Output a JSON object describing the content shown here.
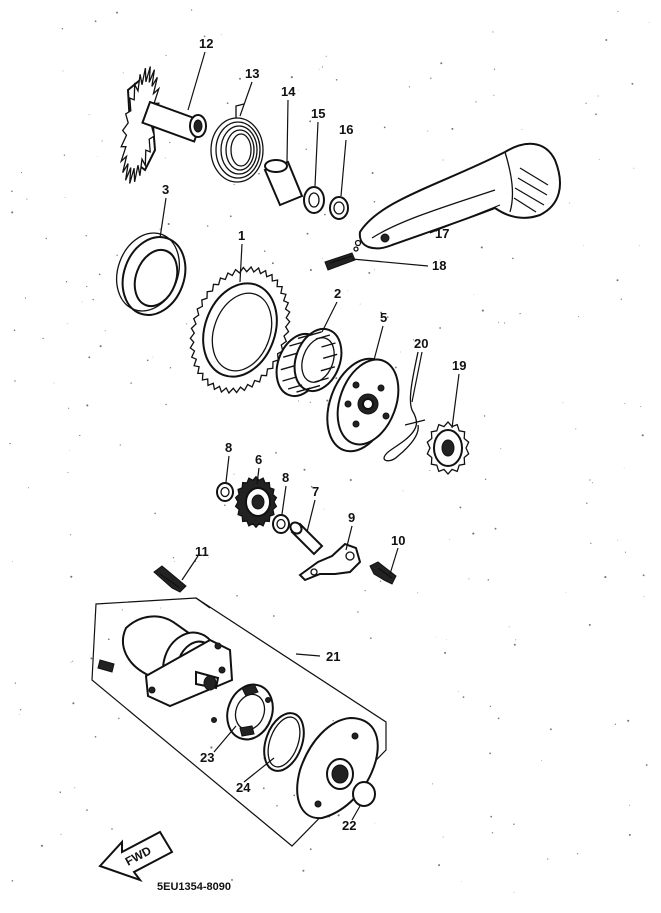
{
  "callouts": {
    "c1": "1",
    "c2": "2",
    "c3": "3",
    "c5": "5",
    "c6": "6",
    "c7": "7",
    "c8a": "8",
    "c8b": "8",
    "c9": "9",
    "c10": "10",
    "c11": "11",
    "c12": "12",
    "c13": "13",
    "c14": "14",
    "c15": "15",
    "c16": "16",
    "c17": "17",
    "c18": "18",
    "c19": "19",
    "c20": "20",
    "c21": "21",
    "c22": "22",
    "c23": "23",
    "c24": "24"
  },
  "fwd_label": "FWD",
  "diagram_code": "5EU1354-8090"
}
